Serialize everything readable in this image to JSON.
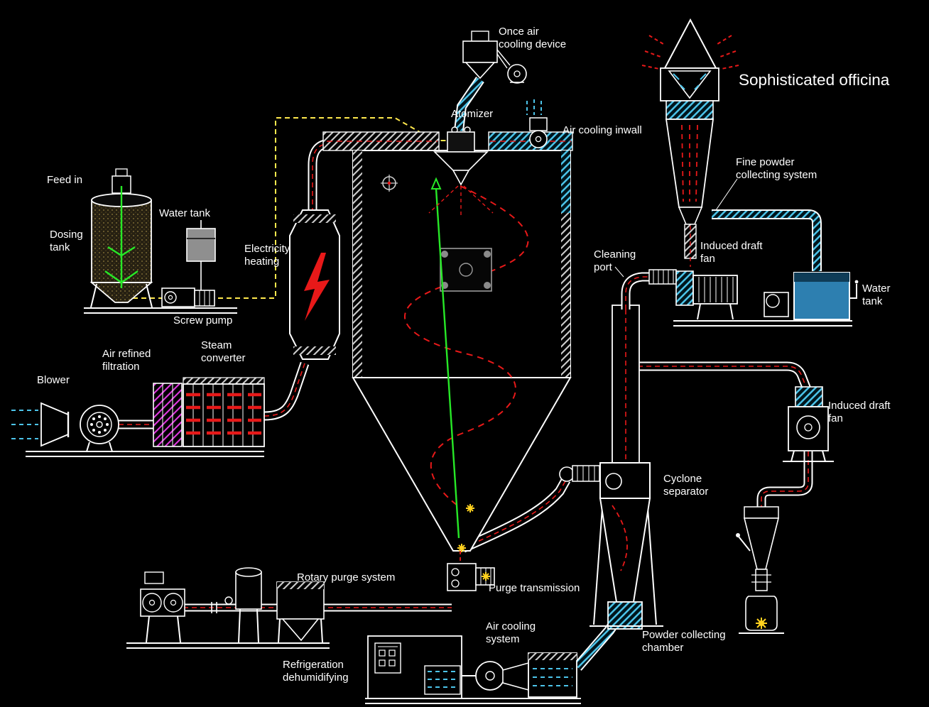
{
  "title": "Sophisticated officina",
  "labels": {
    "once_air_cooling_device": "Once air\ncooling device",
    "atomizer": "Atomizer",
    "air_cooling_inwall": "Air cooling inwall",
    "feed_in": "Feed in",
    "water_tank_left": "Water tank",
    "dosing_tank": "Dosing\ntank",
    "electricity_heating": "Electricity\nheating",
    "screw_pump": "Screw pump",
    "fine_powder_collecting_system": "Fine powder\ncollecting system",
    "cleaning_port": "Cleaning\nport",
    "induced_draft_fan_top": "Induced draft\nfan",
    "water_tank_right": "Water\ntank",
    "air_refined_filtration": "Air refined\nfiltration",
    "steam_converter": "Steam\nconverter",
    "blower": "Blower",
    "induced_draft_fan_right": "Induced draft\nfan",
    "cyclone_separator": "Cyclone\nseparator",
    "rotary_purge_system": "Rotary purge system",
    "purge_transmission": "Purge transmission",
    "air_cooling_system": "Air cooling\nsystem",
    "powder_collecting_chamber": "Powder collecting\nchamber",
    "refrigeration_dehumidifying": "Refrigeration\ndehumidifying"
  },
  "colors": {
    "background": "#000000",
    "line": "#ffffff",
    "hot_air_flow": "#e81919",
    "cool_air": "#4cc4ea",
    "feed_line": "#ffe94d",
    "product_line": "#27e827",
    "filtration": "#e23ae2",
    "spark": "#ffd21f",
    "water": "#2d7fb0"
  }
}
